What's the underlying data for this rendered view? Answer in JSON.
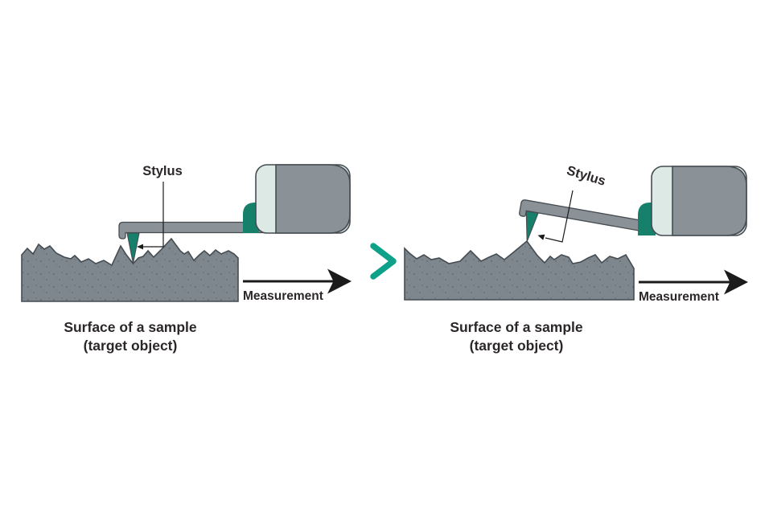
{
  "colors": {
    "background": "#ffffff",
    "device-gray": "#8A9197",
    "device-stripe": "#DCE9E5",
    "teal": "#16806A",
    "chevron": "#0DA189",
    "surface-gray": "#7E878D",
    "speckle": "#3F474D",
    "outline": "#454C52",
    "text": "#2B2728",
    "black": "#1B1B1B"
  },
  "left_panel": {
    "stylus_label": "Stylus",
    "measurement_label": "Measurement",
    "caption_line1": "Surface of a sample",
    "caption_line2": "(target object)"
  },
  "right_panel": {
    "stylus_label": "Stylus",
    "measurement_label": "Measurement",
    "caption_line1": "Surface of a sample",
    "caption_line2": "(target object)"
  },
  "transition": {
    "icon": "chevron-right-icon"
  }
}
